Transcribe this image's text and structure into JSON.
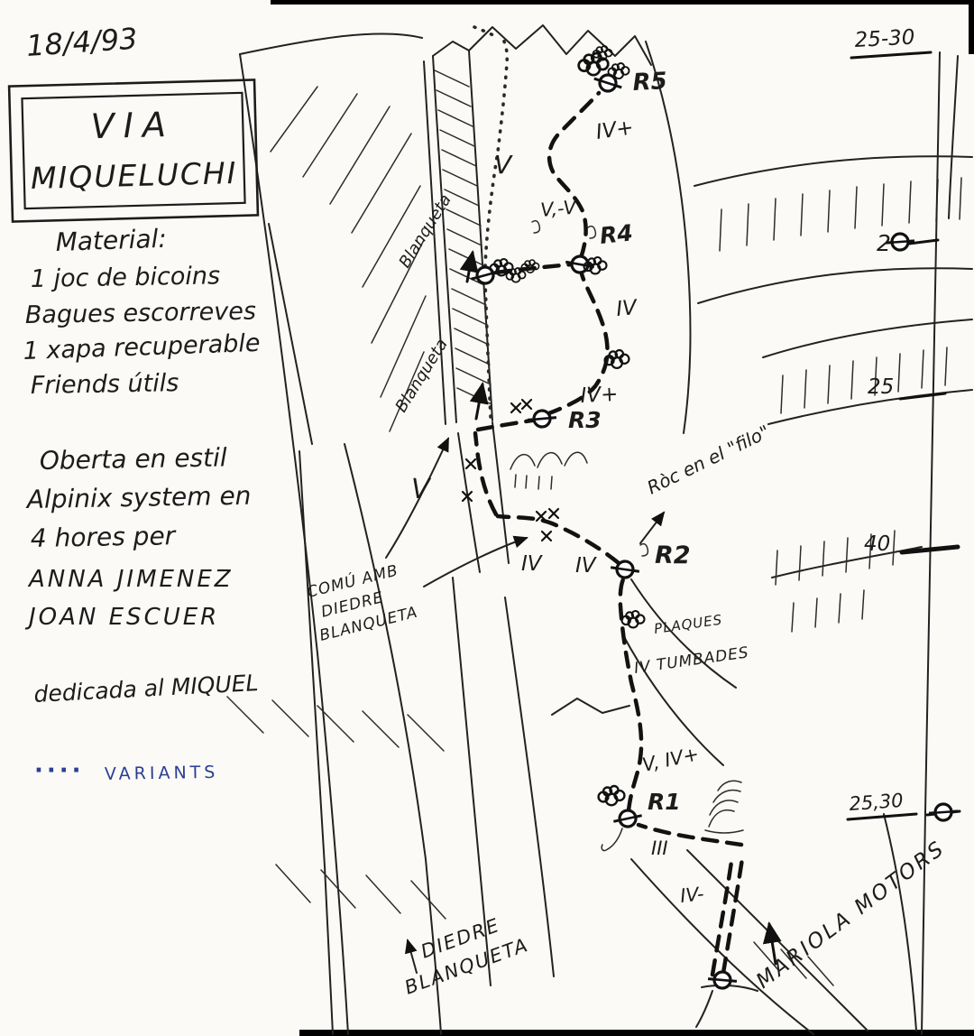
{
  "page": {
    "date": "18/4/93"
  },
  "title": {
    "line1": "VIA",
    "line2": "MIQUELUCHI"
  },
  "material": {
    "heading": "Material:",
    "items": [
      "1 joc de bicoins",
      "Bagues escorreves",
      "1 xapa recuperable",
      "Friends útils"
    ]
  },
  "opening": {
    "lines": [
      "Oberta en estil",
      "Alpinix system en",
      "4 hores per",
      "ANNA JIMENEZ",
      "JOAN ESCUER"
    ]
  },
  "dedication": "dedicada al MIQUEL",
  "legend": {
    "dots": "····",
    "variants": "VARIANTS"
  },
  "walls": {
    "blanqueta_upper": "Blanqueta",
    "blanqueta_lower": "Blanqueta",
    "comu": [
      "COMÚ AMB",
      "DIEDRE",
      "BLANQUETA"
    ],
    "roc_filo": "Ròc en el \"filo\"",
    "plaques_line1": "PLAQUES",
    "plaques_line2": "IV TUMBADES",
    "diedre_line1": "DIEDRE",
    "diedre_line2": "BLANQUETA",
    "mariola": "MARIOLA MOTORS"
  },
  "route": {
    "belays": {
      "r1": "R1",
      "r2": "R2",
      "r3": "R3",
      "r4": "R4",
      "r5": "R5"
    },
    "grades": {
      "exit": "IV+",
      "dihedral": "V",
      "p4": "V,-V",
      "p3": "IV",
      "r3_exit": "IV+",
      "corner": "V",
      "r2_a": "IV",
      "r2_b": "IV",
      "p1": "V, IV+",
      "traverse": "III",
      "start": "IV-"
    },
    "rappels": {
      "top": "25-30",
      "upper": "2",
      "mid": "25",
      "lower": "40",
      "bottom": "25,30"
    }
  },
  "icons": {
    "anchor": "rappel-ring",
    "piton": "x-mark",
    "vegetation": "bush",
    "arrow": "direction-arrow"
  }
}
